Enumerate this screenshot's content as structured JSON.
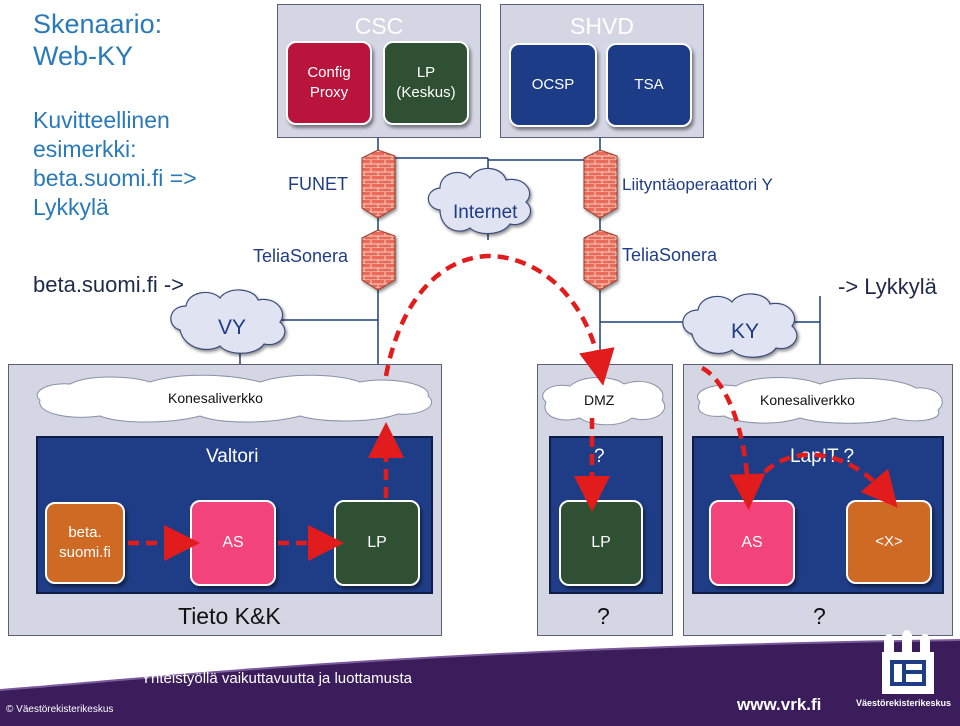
{
  "scenario": {
    "title_line1": "Skenaario:",
    "title_line2": "Web-KY",
    "subtitle_line1": "Kuvitteellinen",
    "subtitle_line2": "esimerkki:",
    "subtitle_line3": "beta.suomi.fi =>",
    "subtitle_line4": "Lykkylä"
  },
  "left_label": "beta.suomi.fi ->",
  "right_label": "-> Lykkylä",
  "csc": {
    "title": "CSC",
    "config_proxy": "Config\nProxy",
    "lp_keskus": "LP\n(Keskus)"
  },
  "shvd": {
    "title": "SHVD",
    "ocsp": "OCSP",
    "tsa": "TSA"
  },
  "funet": "FUNET",
  "internet": "Internet",
  "liityntaoperaattori": "Liityntäoperaattori Y",
  "teliasonera_left": "TeliaSonera",
  "teliasonera_right": "TeliaSonera",
  "vy": "VY",
  "ky": "KY",
  "left_org": {
    "network": "Konesaliverkko",
    "valtori": "Valtori",
    "beta": "beta.\nsuomi.fi",
    "as": "AS",
    "lp": "LP",
    "footer": "Tieto K&K"
  },
  "middle_org": {
    "dmz": "DMZ",
    "question": "?",
    "lp": "LP",
    "footer": "?"
  },
  "right_org": {
    "network": "Konesaliverkko",
    "lapit": "LapIT ?",
    "as": "AS",
    "x": "<X>",
    "footer": "?"
  },
  "footer": {
    "slogan": "Yhteistyöllä vaikuttavuutta ja luottamusta",
    "copyright": "© Väestörekisterikeskus",
    "url": "www.vrk.fi",
    "logo_text": "Väestörekisterikeskus"
  },
  "colors": {
    "title_blue": "#2a7ab8",
    "panel_grey": "#d4d6e4",
    "panel_navy": "#1f3d86",
    "box_crimson": "#b8143c",
    "box_green": "#2f5032",
    "box_pink": "#f2437a",
    "box_orange": "#cf6a25",
    "arrow_red": "#e21c1c",
    "footer_purple": "#3b1d5c"
  }
}
